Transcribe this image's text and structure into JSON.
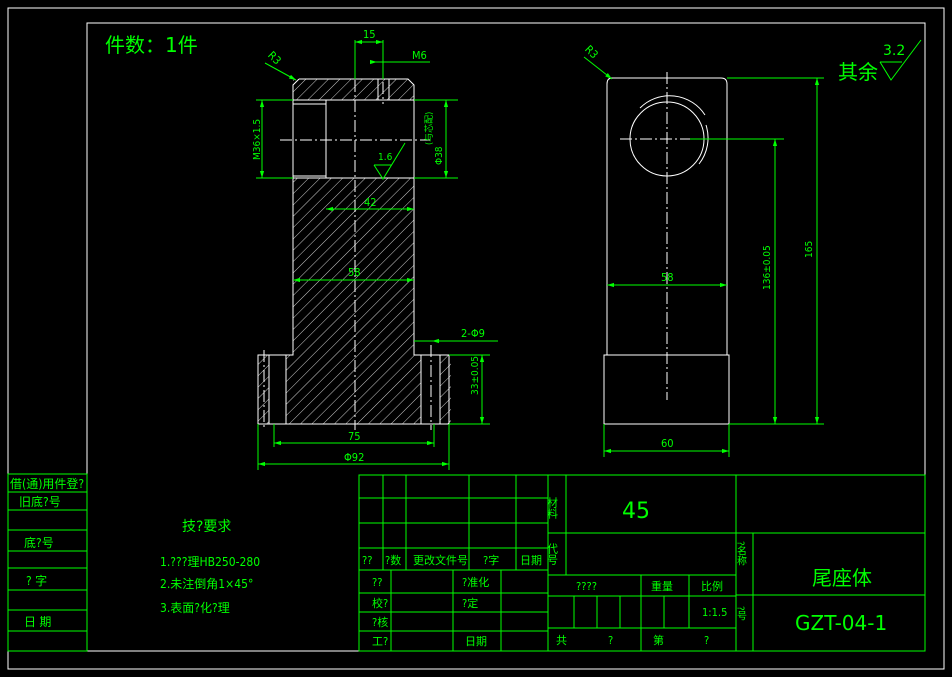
{
  "colors": {
    "background": "#000000",
    "outline": "#ffffff",
    "annotation": "#00ff00"
  },
  "header": {
    "quantity": "件数：1件"
  },
  "roughness": {
    "prefix": "其余",
    "value": "3.2"
  },
  "dimensions": {
    "front": {
      "width_top": "15",
      "thread_top": "M6",
      "radius": "R3",
      "thread_side": "M36×1.5",
      "dia_bore": "Φ38",
      "bore_note": "(与芯配)",
      "rough_inner": "1.6",
      "w42": "42",
      "w58": "58",
      "holes": "2-Φ9",
      "base_h": "33±0.05",
      "w75": "75",
      "dia92": "Φ92"
    },
    "side": {
      "radius": "R3",
      "w58": "58",
      "h136": "136±0.05",
      "h165": "165",
      "w60": "60"
    }
  },
  "notes": {
    "title": "技?要求",
    "items": [
      "1.???理HB250-280",
      "2.未注倒角1×45°",
      "3.表面?化?理"
    ]
  },
  "left_block": {
    "rows": [
      "借(通)用件登?",
      "旧底?号",
      "底?号",
      "?  字",
      "日  期"
    ]
  },
  "title_block": {
    "material_label": "材料",
    "material_value": "45",
    "code_label": "代号",
    "name_label": "?名称",
    "part_name": "尾座体",
    "part_no_label": "?号",
    "part_no": "GZT-04-1",
    "rev_headers": [
      "??",
      "?数",
      "更改文件号",
      "?字",
      "日期"
    ],
    "sign_rows": [
      "??",
      "校?",
      "?核",
      "工?"
    ],
    "std_label": "?准化",
    "approve_label": "?定",
    "date_label": "日期",
    "stage_label": "????",
    "weight_label": "重量",
    "scale_label": "比例",
    "scale_value": "1:1.5",
    "total_label": "共",
    "total_val": "?",
    "sheet_label": "第",
    "sheet_val": "?"
  }
}
